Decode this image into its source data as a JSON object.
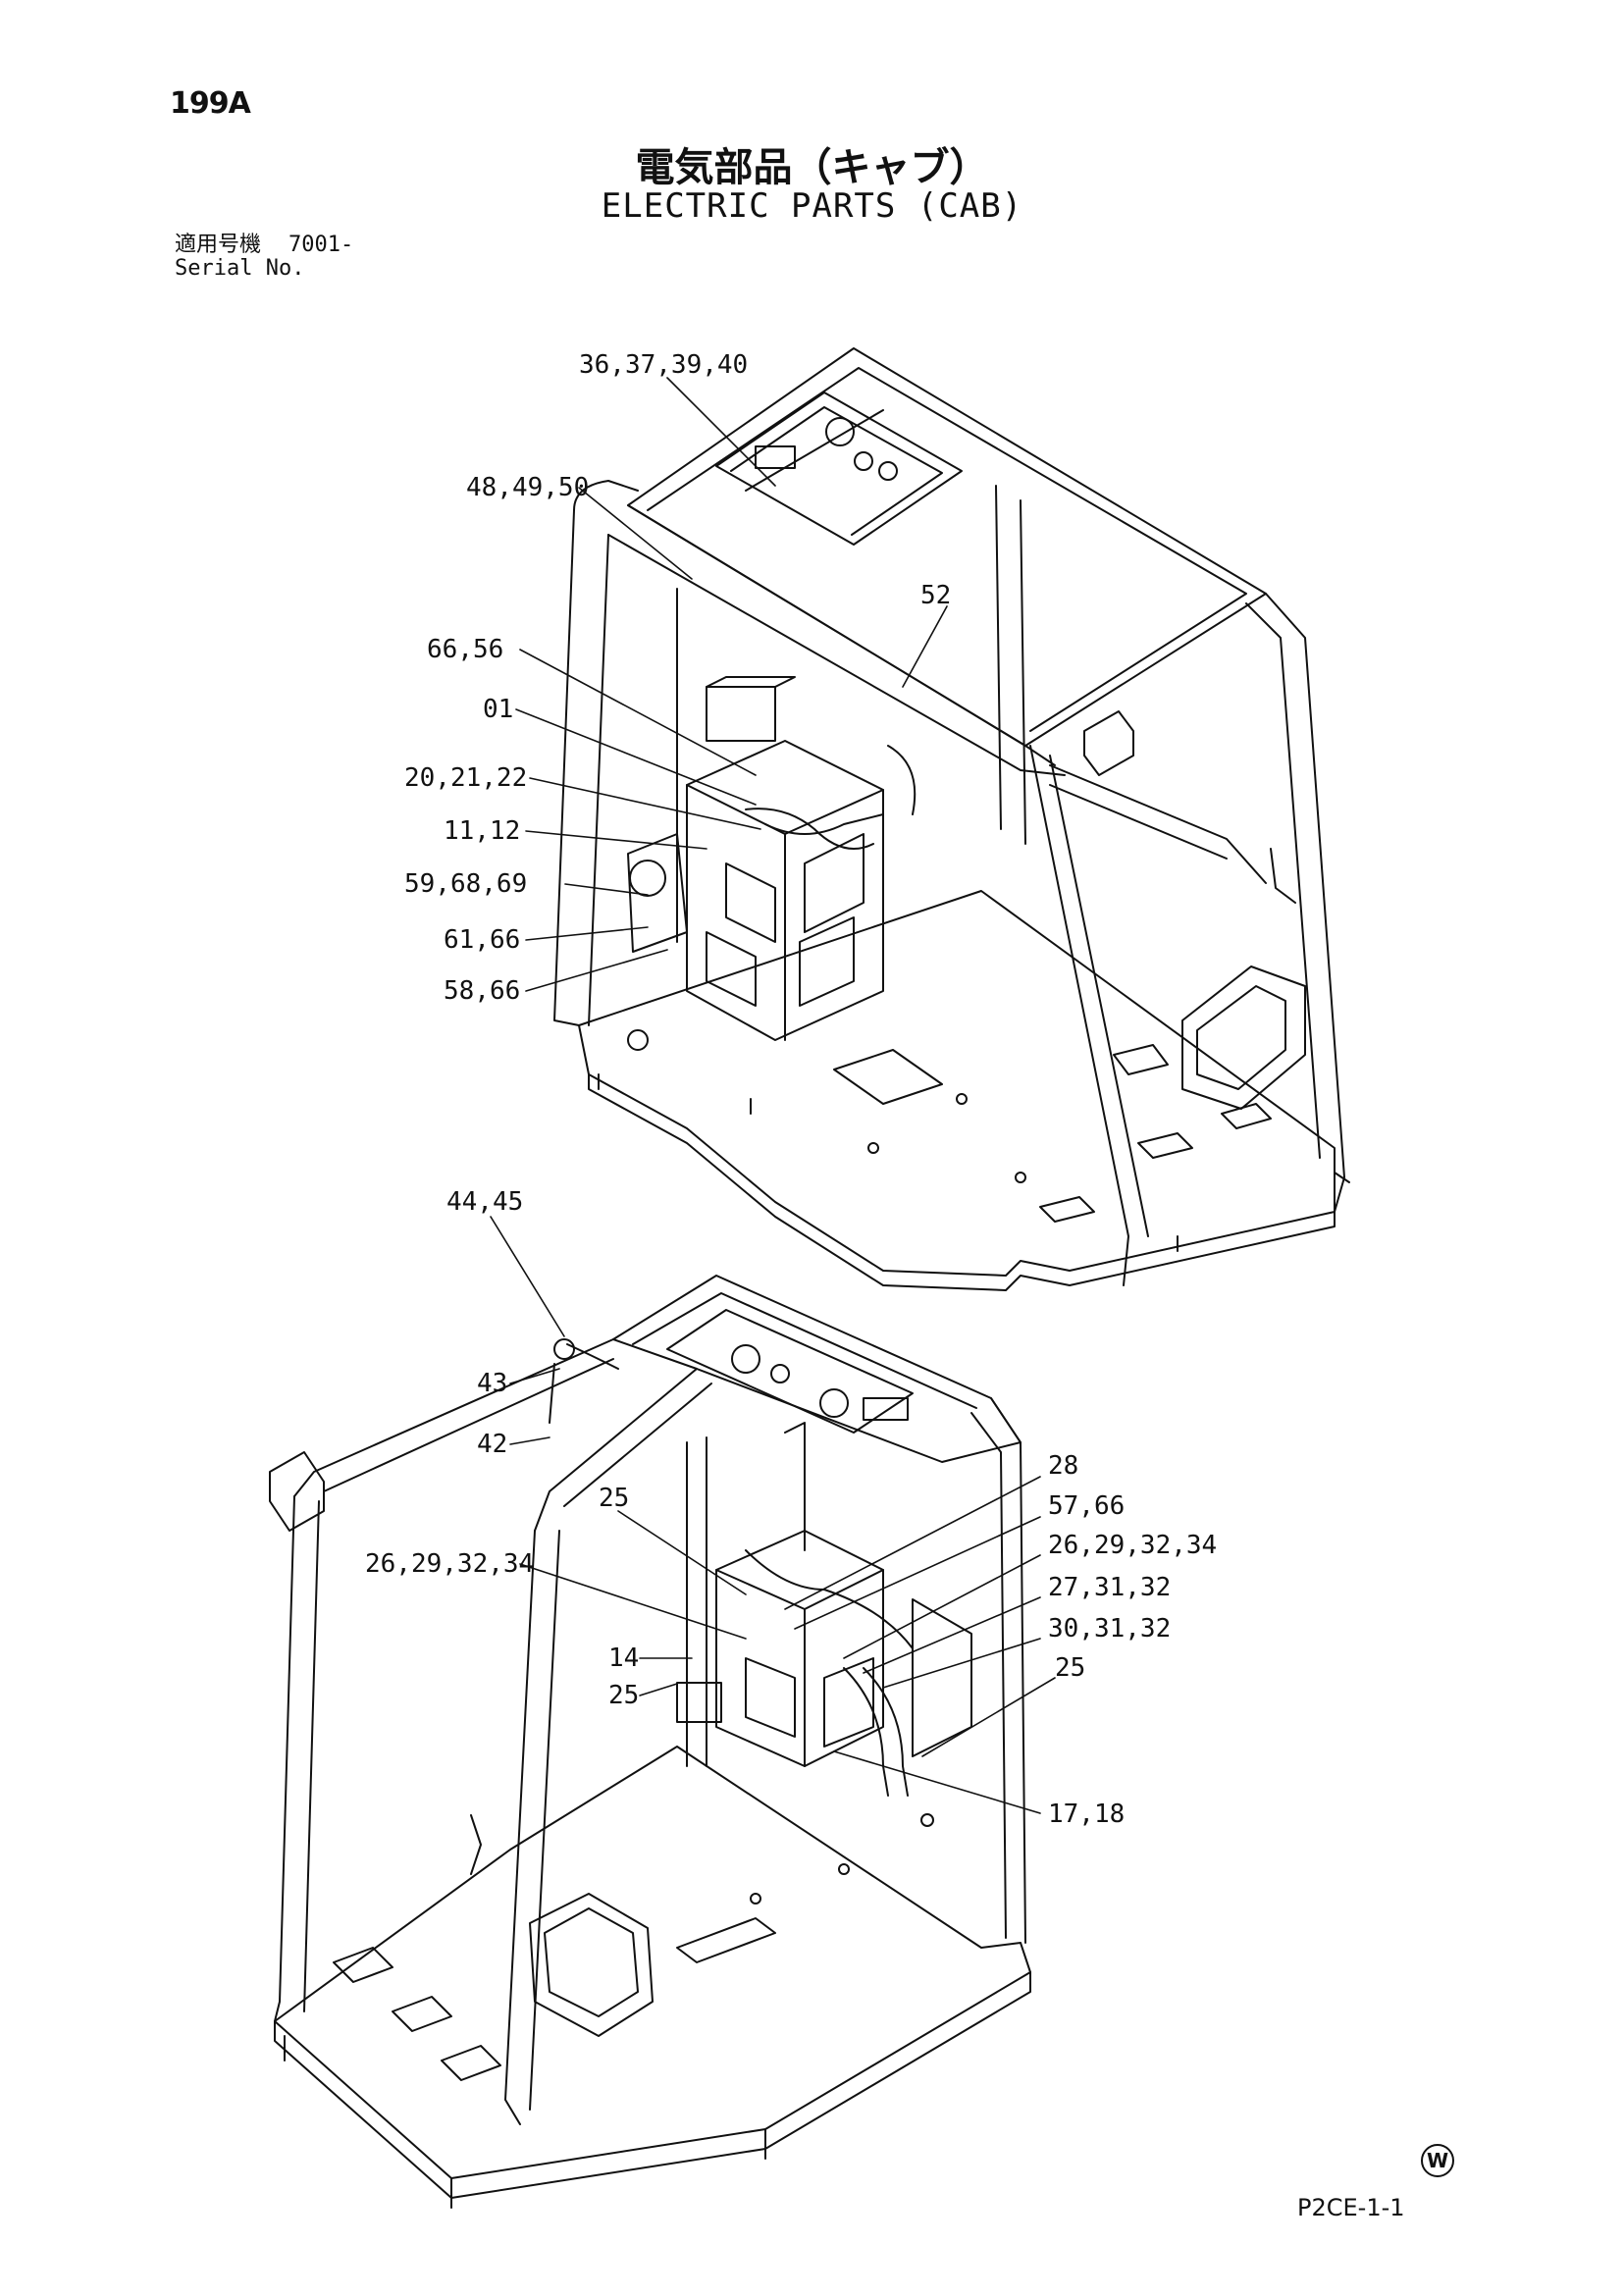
{
  "page_number": "199A",
  "title_jp": "電気部品（キャブ）",
  "title_en": "ELECTRIC PARTS (CAB)",
  "serial": {
    "label_jp": "適用号機",
    "label_en": "Serial No.",
    "value": "7001-"
  },
  "upper_callouts": [
    {
      "id": "u1",
      "text": "36,37,39,40"
    },
    {
      "id": "u2",
      "text": "48,49,50"
    },
    {
      "id": "u3",
      "text": "52"
    },
    {
      "id": "u4",
      "text": "66,56"
    },
    {
      "id": "u5",
      "text": "01"
    },
    {
      "id": "u6",
      "text": "20,21,22"
    },
    {
      "id": "u7",
      "text": "11,12"
    },
    {
      "id": "u8",
      "text": "59,68,69"
    },
    {
      "id": "u9",
      "text": "61,66"
    },
    {
      "id": "u10",
      "text": "58,66"
    }
  ],
  "lower_callouts": [
    {
      "id": "l1",
      "text": "44,45"
    },
    {
      "id": "l2",
      "text": "43"
    },
    {
      "id": "l3",
      "text": "42"
    },
    {
      "id": "l4",
      "text": "25"
    },
    {
      "id": "l5",
      "text": "26,29,32,34"
    },
    {
      "id": "l6",
      "text": "14"
    },
    {
      "id": "l7",
      "text": "25"
    },
    {
      "id": "l8",
      "text": "28"
    },
    {
      "id": "l9",
      "text": "57,66"
    },
    {
      "id": "l10",
      "text": "26,29,32,34"
    },
    {
      "id": "l11",
      "text": "27,31,32"
    },
    {
      "id": "l12",
      "text": "30,31,32"
    },
    {
      "id": "l13",
      "text": "25"
    },
    {
      "id": "l14",
      "text": "17,18"
    }
  ],
  "footer_mark": "W",
  "footer_code": "P2CE-1-1"
}
